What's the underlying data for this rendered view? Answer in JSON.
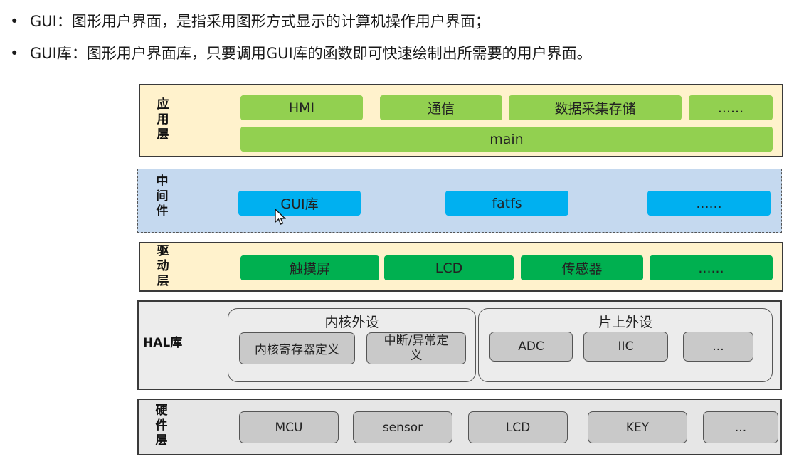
{
  "bullets": [
    "GUI：图形用户界面，是指采用图形方式显示的计算机操作用户界面；",
    "GUI库：图形用户界面库，只要调用GUI库的函数即可快速绘制出所需要的用户界面。"
  ],
  "bullet_symbol": "•",
  "layers": {
    "app": {
      "label": "应\n用\n层",
      "items": [
        "HMI",
        "通信",
        "数据采集存储",
        "......"
      ],
      "main": "main"
    },
    "mid": {
      "label": "中\n间\n件",
      "items": [
        "GUI库",
        "fatfs",
        "......"
      ]
    },
    "drv": {
      "label": "驱\n动\n层",
      "items": [
        "触摸屏",
        "LCD",
        "传感器",
        "......"
      ]
    },
    "hal": {
      "label": "HAL库",
      "core_group": {
        "title": "内核外设",
        "items": [
          "内核寄存器定义",
          "中断/异常定\n义"
        ]
      },
      "chip_group": {
        "title": "片上外设",
        "items": [
          "ADC",
          "IIC",
          "..."
        ]
      }
    },
    "hw": {
      "label": "硬\n件\n层",
      "items": [
        "MCU",
        "sensor",
        "LCD",
        "KEY",
        "..."
      ]
    }
  },
  "colors": {
    "app_bg": "#fff2cc",
    "mid_bg": "#c5d9ef",
    "hal_bg": "#ececec",
    "green_light": "#92d050",
    "green_dark": "#00b050",
    "cyan": "#00b0f0",
    "gray_box": "#c9c9c9"
  }
}
